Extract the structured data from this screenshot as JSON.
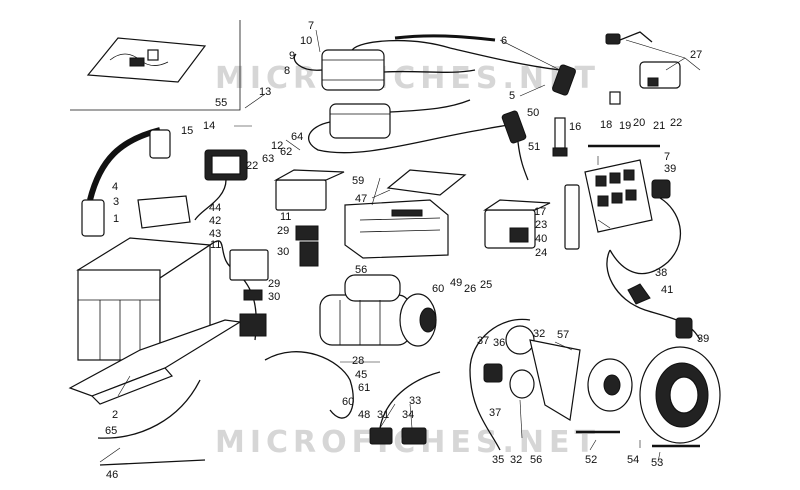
{
  "watermark": "MICROFICHES.NET",
  "callouts": [
    {
      "id": "c1",
      "text": "1"
    },
    {
      "id": "c2",
      "text": "2"
    },
    {
      "id": "c3",
      "text": "3"
    },
    {
      "id": "c4",
      "text": "4"
    },
    {
      "id": "c5",
      "text": "5"
    },
    {
      "id": "c6",
      "text": "6"
    },
    {
      "id": "c7",
      "text": "7"
    },
    {
      "id": "c8",
      "text": "8"
    },
    {
      "id": "c9",
      "text": "9"
    },
    {
      "id": "c10",
      "text": "10"
    },
    {
      "id": "c11a",
      "text": "11"
    },
    {
      "id": "c11b",
      "text": "11"
    },
    {
      "id": "c12",
      "text": "12"
    },
    {
      "id": "c13",
      "text": "13"
    },
    {
      "id": "c14",
      "text": "14"
    },
    {
      "id": "c15",
      "text": "15"
    },
    {
      "id": "c16",
      "text": "16"
    },
    {
      "id": "c17",
      "text": "17"
    },
    {
      "id": "c18",
      "text": "18"
    },
    {
      "id": "c19",
      "text": "19"
    },
    {
      "id": "c20",
      "text": "20"
    },
    {
      "id": "c21",
      "text": "21"
    },
    {
      "id": "c22a",
      "text": "22"
    },
    {
      "id": "c22b",
      "text": "22"
    },
    {
      "id": "c23",
      "text": "23"
    },
    {
      "id": "c24",
      "text": "24"
    },
    {
      "id": "c25",
      "text": "25"
    },
    {
      "id": "c26",
      "text": "26"
    },
    {
      "id": "c27",
      "text": "27"
    },
    {
      "id": "c28",
      "text": "28"
    },
    {
      "id": "c29a",
      "text": "29"
    },
    {
      "id": "c29b",
      "text": "29"
    },
    {
      "id": "c30a",
      "text": "30"
    },
    {
      "id": "c30b",
      "text": "30"
    },
    {
      "id": "c31",
      "text": "31"
    },
    {
      "id": "c32a",
      "text": "32"
    },
    {
      "id": "c32b",
      "text": "32"
    },
    {
      "id": "c33",
      "text": "33"
    },
    {
      "id": "c34",
      "text": "34"
    },
    {
      "id": "c35",
      "text": "35"
    },
    {
      "id": "c36",
      "text": "36"
    },
    {
      "id": "c37a",
      "text": "37"
    },
    {
      "id": "c37b",
      "text": "37"
    },
    {
      "id": "c38",
      "text": "38"
    },
    {
      "id": "c39a",
      "text": "39"
    },
    {
      "id": "c39b",
      "text": "39"
    },
    {
      "id": "c40",
      "text": "40"
    },
    {
      "id": "c41",
      "text": "41"
    },
    {
      "id": "c42",
      "text": "42"
    },
    {
      "id": "c43",
      "text": "43"
    },
    {
      "id": "c44",
      "text": "44"
    },
    {
      "id": "c45",
      "text": "45"
    },
    {
      "id": "c46",
      "text": "46"
    },
    {
      "id": "c47",
      "text": "47"
    },
    {
      "id": "c48",
      "text": "48"
    },
    {
      "id": "c49",
      "text": "49"
    },
    {
      "id": "c50",
      "text": "50"
    },
    {
      "id": "c51",
      "text": "51"
    },
    {
      "id": "c52",
      "text": "52"
    },
    {
      "id": "c53",
      "text": "53"
    },
    {
      "id": "c54",
      "text": "54"
    },
    {
      "id": "c55",
      "text": "55"
    },
    {
      "id": "c56a",
      "text": "56"
    },
    {
      "id": "c56b",
      "text": "56"
    },
    {
      "id": "c57",
      "text": "57"
    },
    {
      "id": "c59",
      "text": "59"
    },
    {
      "id": "c60a",
      "text": "60"
    },
    {
      "id": "c60b",
      "text": "60"
    },
    {
      "id": "c61",
      "text": "61"
    },
    {
      "id": "c62",
      "text": "62"
    },
    {
      "id": "c63",
      "text": "63"
    },
    {
      "id": "c64",
      "text": "64"
    },
    {
      "id": "c65",
      "text": "65"
    },
    {
      "id": "c7b",
      "text": "7"
    }
  ]
}
